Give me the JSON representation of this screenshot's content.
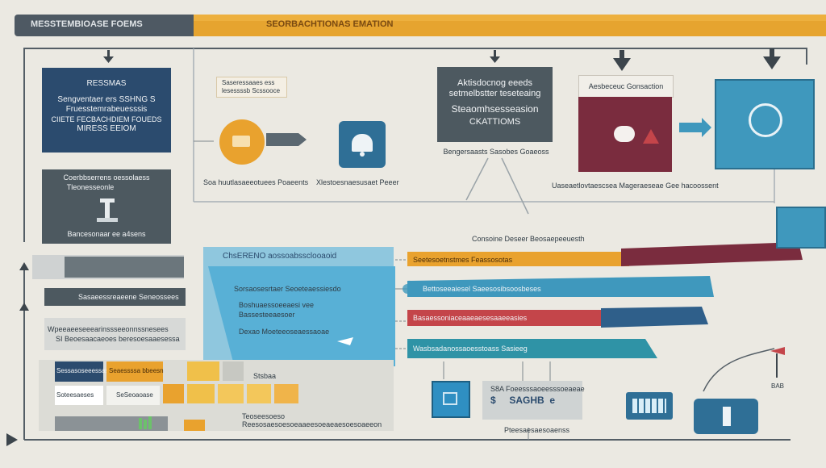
{
  "header": {
    "left_title": "MESSTEMBIOASE FOEMS",
    "center_title": "SEORBACHTIONAS EMATION"
  },
  "left_panel": {
    "label": "RESSMAS",
    "lines": [
      "Sengventaer ers SSHNG S",
      "Fruesstemrabeuesssis",
      "CIIETE FECBACHDIEM FOUEDS",
      "MIRESS EEIOM"
    ]
  },
  "tool_panel": {
    "lines": [
      "Coerbbserrens oessolaess",
      "Tleonesseonle"
    ],
    "caption": "Bancesonaar ee a4sens"
  },
  "process": {
    "note_lines": [
      "Saseressaaes ess",
      "lesessssb Scssooce"
    ],
    "label_left": "Soa  huutlasaeeotuees Poaeents",
    "label_right": "Xlestoesnaesusaet  Peeer"
  },
  "center_panel": {
    "lines": [
      "Aktisdocnog eeeds",
      "setmelbstter teseteaing",
      "Steaomhsesseasion",
      "CKATTIOMS"
    ],
    "caption": "Bengersaasts Sasobes Goaeoss"
  },
  "red_panel": {
    "label": "Aesbeceuc Gonsaction",
    "caption": "Uaseaetlovtaescsea Mageraeseae Gee hacoossent"
  },
  "flow_caption": "Consoine Deseer Beosaepeeuesth",
  "flow_panel": {
    "title": "ChsERENO  aossoabssclooaoid",
    "items": [
      "Sorsaosesrtaer  Seoeteaessiesdo",
      "Boshuaessoeeaesi vee",
      "Bassesteeaesoer",
      "Dexao  Moeteeoseaessaoae"
    ]
  },
  "bars": [
    {
      "label": "Seetesoetnstmes Feassosotas",
      "color": "#e9a22e"
    },
    {
      "label": "Bettoseeaiesel Saeesosibsoosbeses",
      "color": "#3f98bd"
    },
    {
      "label": "Basaessoniaceaaeaesesaaeeasies",
      "color": "#c4454a"
    },
    {
      "label": "Wasbsadanossaoesstoass Sasieeg",
      "color": "#2f93a6"
    }
  ],
  "left_list": [
    "Sasaeessreaeene Seneossees",
    "Wpeeaeeseeearinssseeonnssnesees",
    "SI Beoesaacaeoes  beresoesaaesessa"
  ],
  "grid": {
    "cells": [
      "Sessasoseeessas",
      "Seaessssa bbeesn",
      "Soteesaeses",
      "SeSeoaoase"
    ],
    "stat_label": "Stsbaa",
    "caption_lines": [
      "Teoseesoeso",
      "Reesosaesoesoeaaeesoeaeaesoesoaeeon"
    ]
  },
  "bottom": {
    "stat_lines": [
      "S8A  Foeesssaoeesssoeaeae",
      "$     SAGHB  e"
    ],
    "caption": "Pteesaesaesoaenss",
    "flag": "BAB"
  },
  "colors": {
    "navy": "#2b4b6e",
    "slate": "#4d5960",
    "orange": "#e9a22e",
    "blue": "#3f98bd",
    "red": "#c4454a",
    "teal": "#2f93a6",
    "maroon": "#7a2c3e",
    "light_blue": "#58b0d6"
  },
  "icons": [
    "down-arrow-icon",
    "tag-icon",
    "bell-icon",
    "chat-icon",
    "warning-icon",
    "globe-icon",
    "monitor-icon",
    "keyboard-icon",
    "chart-icon",
    "flag-icon"
  ]
}
